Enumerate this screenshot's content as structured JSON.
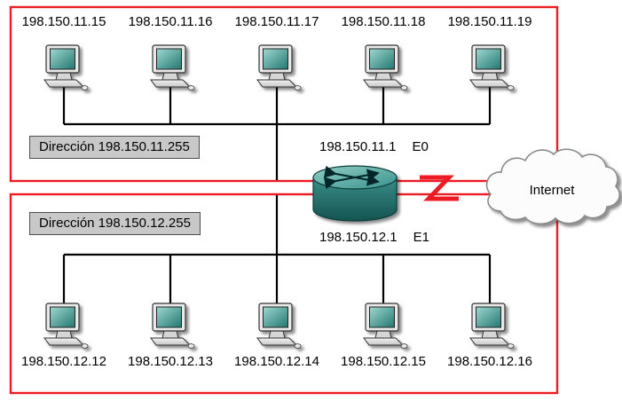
{
  "networks": {
    "top": {
      "broadcast_label": "Dirección 198.150.11.255",
      "hosts": [
        "198.150.11.15",
        "198.150.11.16",
        "198.150.11.17",
        "198.150.11.18",
        "198.150.11.19"
      ],
      "router_ip": "198.150.11.1",
      "router_port": "E0"
    },
    "bottom": {
      "broadcast_label": "Dirección 198.150.12.255",
      "hosts": [
        "198.150.12.12",
        "198.150.12.13",
        "198.150.12.14",
        "198.150.12.15",
        "198.150.12.16"
      ],
      "router_ip": "198.150.12.1",
      "router_port": "E1"
    }
  },
  "internet": {
    "label": "Internet"
  },
  "icons": {
    "workstation": "crt-computer-icon",
    "router": "router-cylinder-icon",
    "internet": "cloud-icon",
    "wan_link": "lightning-bolt-icon"
  },
  "colors": {
    "subnet_border": "#ed1c24",
    "cable": "#000000",
    "label_background": "#c8c8c8",
    "label_border": "#4d4d4d",
    "router_teal": "#2f8f8a",
    "screen_teal": "#3f9e97",
    "cloud_outline": "#8a8a8a",
    "text": "#000000"
  }
}
